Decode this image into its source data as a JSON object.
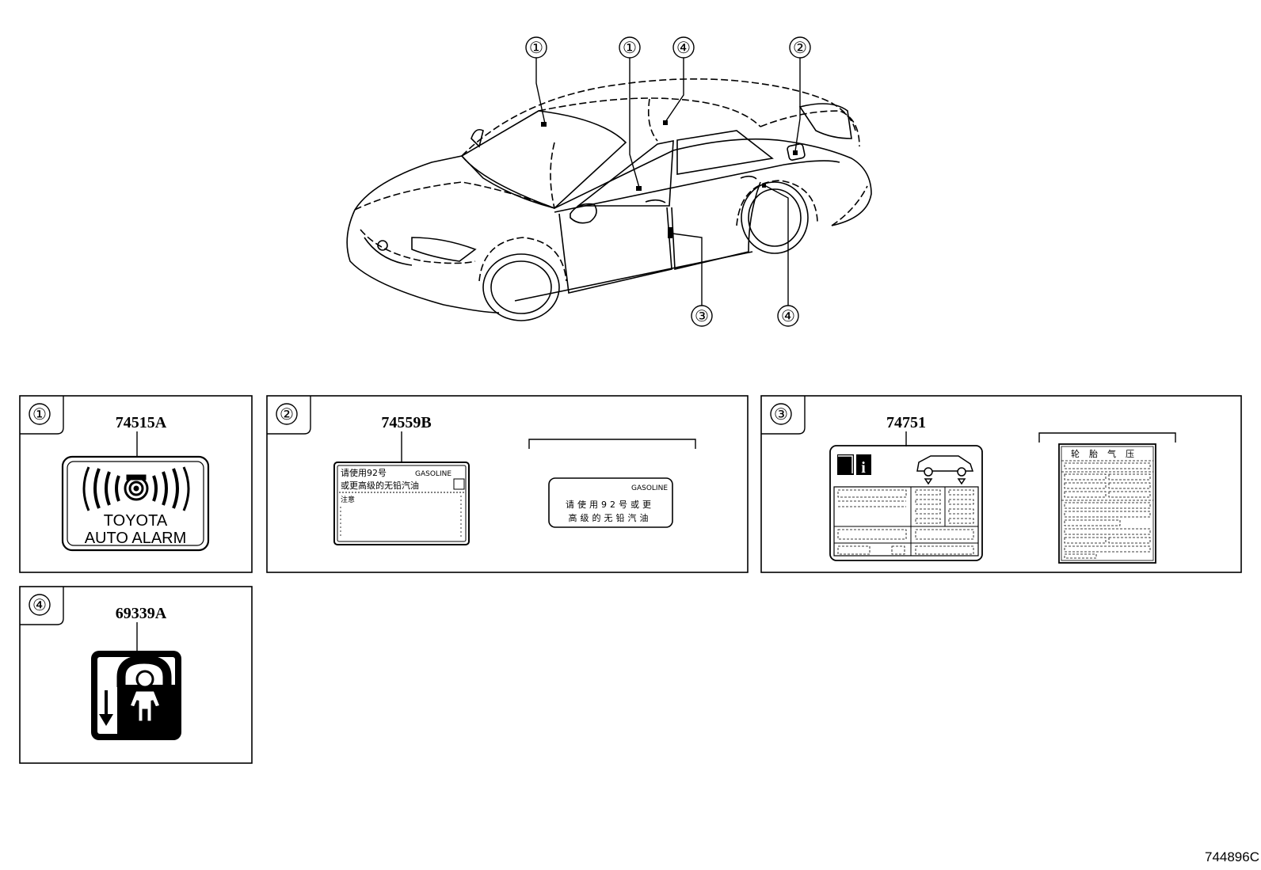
{
  "car": {
    "callouts": [
      "①",
      "①",
      "④",
      "②",
      "③",
      "④"
    ]
  },
  "panels": [
    {
      "number": "①",
      "part_number": "74515A",
      "label_lines": [
        "TOYOTA",
        "AUTO ALARM"
      ]
    },
    {
      "number": "②",
      "part_number": "74559B",
      "label_a": {
        "line1": "请使用92号",
        "line1_en": "GASOLINE",
        "line2": "或更高级的无铅汽油",
        "line3": "注意"
      },
      "label_b": {
        "header": "GASOLINE",
        "line1": "请使用92号或更",
        "line2": "高级的无铅汽油"
      }
    },
    {
      "number": "③",
      "part_number": "74751",
      "label_b": {
        "header": "轮胎气压"
      }
    },
    {
      "number": "④",
      "part_number": "69339A"
    }
  ],
  "reference_code": "744896C"
}
